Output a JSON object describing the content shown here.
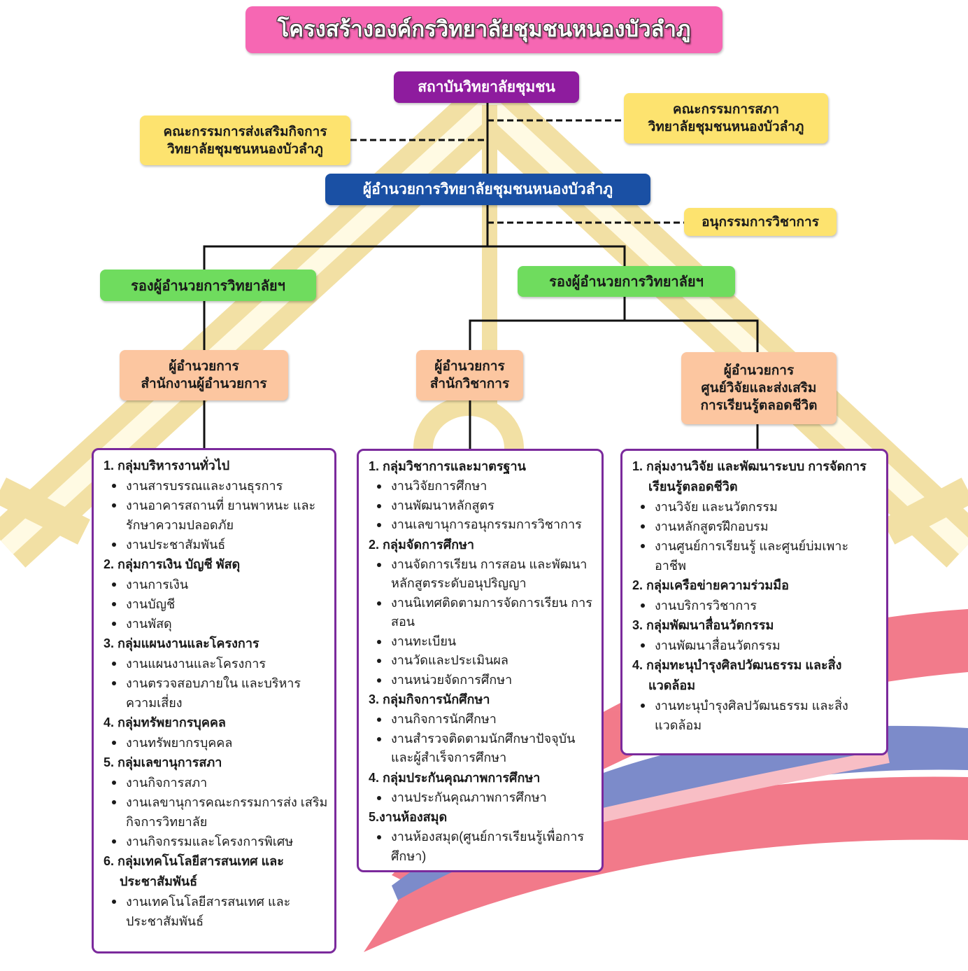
{
  "title": "โครงสร้างองค์กรวิทยาลัยชุมชนหนองบัวลำภู",
  "institute": "สถาบันวิทยาลัยชุมชน",
  "promotion_committee": [
    "คณะกรรมการส่งเสริมกิจการ",
    "วิทยาลัยชุมชนหนองบัวลำภู"
  ],
  "council_committee": [
    "คณะกรรมการสภา",
    "วิทยาลัยชุมชนหนองบัวลำภู"
  ],
  "director": "ผู้อำนวยการวิทยาลัยชุมชนหนองบัวลำภู",
  "academic_subcommittee": "อนุกรรมการวิชาการ",
  "deputy_left": "รองผู้อำนวยการวิทยาลัยฯ",
  "deputy_right": "รองผู้อำนวยการวิทยาลัยฯ",
  "office_director": [
    "ผู้อำนวยการ",
    "สำนักงานผู้อำนวยการ"
  ],
  "academic_director": [
    "ผู้อำนวยการ",
    "สำนักวิชาการ"
  ],
  "research_director": [
    "ผู้อำนวยการ",
    "ศูนย์วิจัยและส่งเสริม",
    "การเรียนรู้ตลอดชีวิต"
  ],
  "panels": [
    {
      "groups": [
        {
          "title": "1. กลุ่มบริหารงานทั่วไป",
          "items": [
            "งานสารบรรณและงานธุรการ",
            "งานอาคารสถานที่ ยานพาหนะ และรักษาความปลอดภัย",
            "งานประชาสัมพันธ์"
          ]
        },
        {
          "title": "2. กลุ่มการเงิน บัญชี พัสดุ",
          "items": [
            "งานการเงิน",
            "งานบัญชี",
            "งานพัสดุ"
          ]
        },
        {
          "title": "3. กลุ่มแผนงานและโครงการ",
          "items": [
            "งานแผนงานและโครงการ",
            "งานตรวจสอบภายใน และบริหารความเสี่ยง"
          ]
        },
        {
          "title": "4. กลุ่มทรัพยากรบุคคล",
          "items": [
            "งานทรัพยากรบุคคล"
          ]
        },
        {
          "title": "5. กลุ่มเลขานุการสภา",
          "items": [
            "งานกิจการสภา",
            "งานเลขานุการคณะกรรมการส่ง เสริมกิจการวิทยาลัย",
            "งานกิจกรรมและโครงการพิเศษ"
          ]
        },
        {
          "title": "6. กลุ่มเทคโนโลยีสารสนเทศ และประชาสัมพันธ์",
          "items": [
            "งานเทคโนโลยีสารสนเทศ และประชาสัมพันธ์"
          ]
        }
      ]
    },
    {
      "groups": [
        {
          "title": "1. กลุ่มวิชาการและมาตรฐาน",
          "items": [
            "งานวิจัยการศึกษา",
            "งานพัฒนาหลักสูตร",
            "งานเลขานุการอนุกรรมการวิชาการ"
          ]
        },
        {
          "title": "2. กลุ่มจัดการศึกษา",
          "items": [
            "งานจัดการเรียน การสอน และพัฒนา หลักสูตรระดับอนุปริญญา",
            "งานนิเทศติดตามการจัดการเรียน การสอน",
            "งานทะเบียน",
            "งานวัดและประเมินผล",
            "งานหน่วยจัดการศึกษา"
          ]
        },
        {
          "title": "3. กลุ่มกิจการนักศึกษา",
          "items": [
            "งานกิจการนักศึกษา",
            "งานสำรวจติดตามนักศึกษาปัจจุบัน และผู้สำเร็จการศึกษา"
          ]
        },
        {
          "title": "4. กลุ่มประกันคุณภาพการศึกษา",
          "items": [
            "งานประกันคุณภาพการศึกษา"
          ]
        },
        {
          "title": "5.งานห้องสมุด",
          "items": [
            "งานห้องสมุด(ศูนย์การเรียนรู้เพื่อการ ศึกษา)"
          ]
        }
      ]
    },
    {
      "groups": [
        {
          "title": "1. กลุ่มงานวิจัย และพัฒนาระบบ การจัดการเรียนรู้ตลอดชีวิต",
          "items": [
            "งานวิจัย และนวัตกรรม",
            "งานหลักสูตรฝึกอบรม",
            "งานศูนย์การเรียนรู้ และศูนย์บ่มเพาะ อาชีพ"
          ]
        },
        {
          "title": "2. กลุ่มเครือข่ายความร่วมมือ",
          "items": [
            "งานบริการวิชาการ"
          ]
        },
        {
          "title": "3. กลุ่มพัฒนาสื่อนวัตกรรม",
          "items": [
            "งานพัฒนาสื่อนวัตกรรม"
          ]
        },
        {
          "title": "4. กลุ่มทะนุบำรุงศิลปวัฒนธรรม และสิ่งแวดล้อม",
          "items": [
            "งานทะนุบำรุงศิลปวัฒนธรรม และสิ่งแวดล้อม"
          ]
        }
      ]
    }
  ],
  "colors": {
    "title_bg": "#f667b3",
    "institute_bg": "#8e1c9e",
    "director_bg": "#1a50a4",
    "committee_bg": "#fde36f",
    "deputy_bg": "#6fdc5e",
    "office_bg": "#fcc6a0",
    "panel_border": "#7b2a9c",
    "connector": "#111111"
  }
}
